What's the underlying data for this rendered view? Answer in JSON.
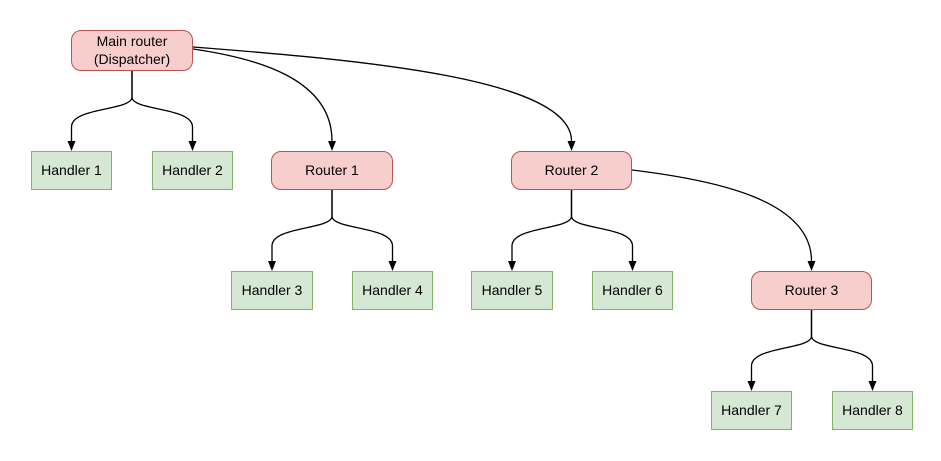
{
  "diagram": {
    "type": "tree-flowchart",
    "background": "#ffffff",
    "colors": {
      "router_fill": "#f8cecc",
      "router_border": "#b85450",
      "handler_fill": "#d5e8d4",
      "handler_border": "#82b366",
      "edge": "#000000",
      "text": "#000000"
    },
    "nodes": {
      "main": {
        "label": "Main router\n(Dispatcher)",
        "kind": "router"
      },
      "handler1": {
        "label": "Handler 1",
        "kind": "handler"
      },
      "handler2": {
        "label": "Handler 2",
        "kind": "handler"
      },
      "router1": {
        "label": "Router 1",
        "kind": "router"
      },
      "router2": {
        "label": "Router 2",
        "kind": "router"
      },
      "handler3": {
        "label": "Handler 3",
        "kind": "handler"
      },
      "handler4": {
        "label": "Handler 4",
        "kind": "handler"
      },
      "handler5": {
        "label": "Handler 5",
        "kind": "handler"
      },
      "handler6": {
        "label": "Handler 6",
        "kind": "handler"
      },
      "router3": {
        "label": "Router 3",
        "kind": "router"
      },
      "handler7": {
        "label": "Handler 7",
        "kind": "handler"
      },
      "handler8": {
        "label": "Handler 8",
        "kind": "handler"
      }
    },
    "edges": [
      {
        "from": "main",
        "to": "handler1"
      },
      {
        "from": "main",
        "to": "handler2"
      },
      {
        "from": "main",
        "to": "router1"
      },
      {
        "from": "main",
        "to": "router2"
      },
      {
        "from": "router1",
        "to": "handler3"
      },
      {
        "from": "router1",
        "to": "handler4"
      },
      {
        "from": "router2",
        "to": "handler5"
      },
      {
        "from": "router2",
        "to": "handler6"
      },
      {
        "from": "router2",
        "to": "router3"
      },
      {
        "from": "router3",
        "to": "handler7"
      },
      {
        "from": "router3",
        "to": "handler8"
      }
    ]
  }
}
